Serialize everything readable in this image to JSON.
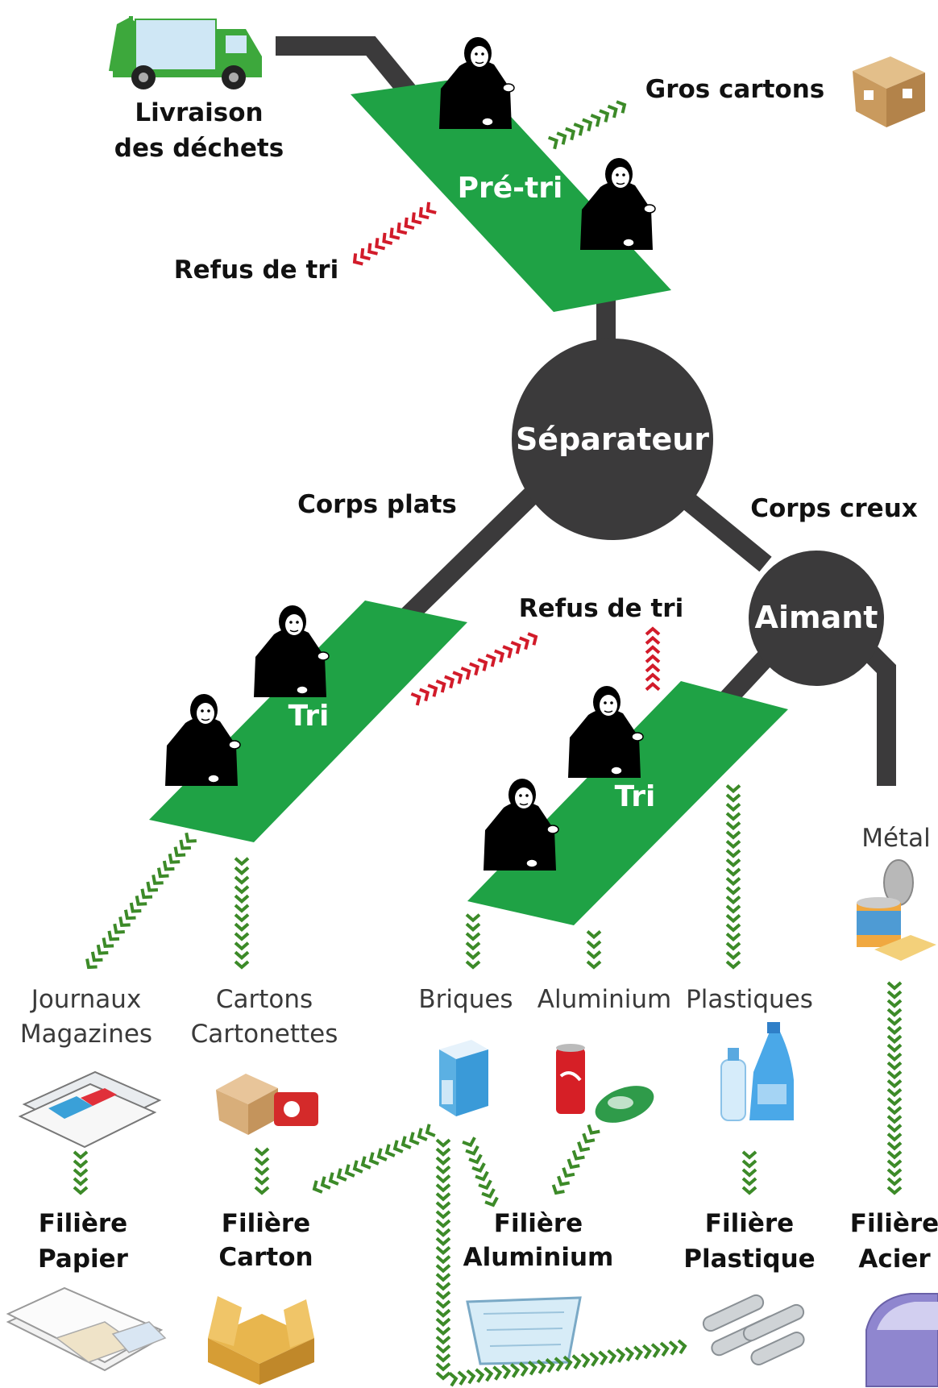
{
  "colors": {
    "belt": "#1fa245",
    "machine": "#3b3a3b",
    "flow_arrow": "#3c8a28",
    "reject_arrow": "#d21b2a",
    "truck": "#3da83c",
    "worker": "#000000"
  },
  "top": {
    "delivery_line1": "Livraison",
    "delivery_line2": "des déchets",
    "pretri_belt": "Pré-tri",
    "big_boxes": "Gros cartons",
    "reject_top": "Refus de tri"
  },
  "separator": {
    "label": "Séparateur",
    "flat": "Corps plats",
    "hollow": "Corps creux"
  },
  "magnet": {
    "label": "Aimant"
  },
  "sorting": {
    "left_belt": "Tri",
    "right_belt": "Tri",
    "reject_middle": "Refus de tri"
  },
  "materials": {
    "journaux_1": "Journaux",
    "journaux_2": "Magazines",
    "cartons_1": "Cartons",
    "cartons_2": "Cartonettes",
    "briques": "Briques",
    "aluminium": "Aluminium",
    "plastiques": "Plastiques",
    "metal": "Métal"
  },
  "filieres": {
    "papier_1": "Filière",
    "papier_2": "Papier",
    "carton_1": "Filière",
    "carton_2": "Carton",
    "alu_1": "Filière",
    "alu_2": "Aluminium",
    "plastique_1": "Filière",
    "plastique_2": "Plastique",
    "acier_1": "Filière",
    "acier_2": "Acier"
  },
  "icons": [
    "truck-icon",
    "worker-icon",
    "cardboard-box-icon",
    "newspaper-icon",
    "milk-carton-icon",
    "soda-can-icon",
    "plastic-bottle-icon",
    "tin-can-icon",
    "paper-stack-icon",
    "open-box-icon",
    "aluminium-tray-icon",
    "pipes-icon",
    "car-door-icon"
  ]
}
